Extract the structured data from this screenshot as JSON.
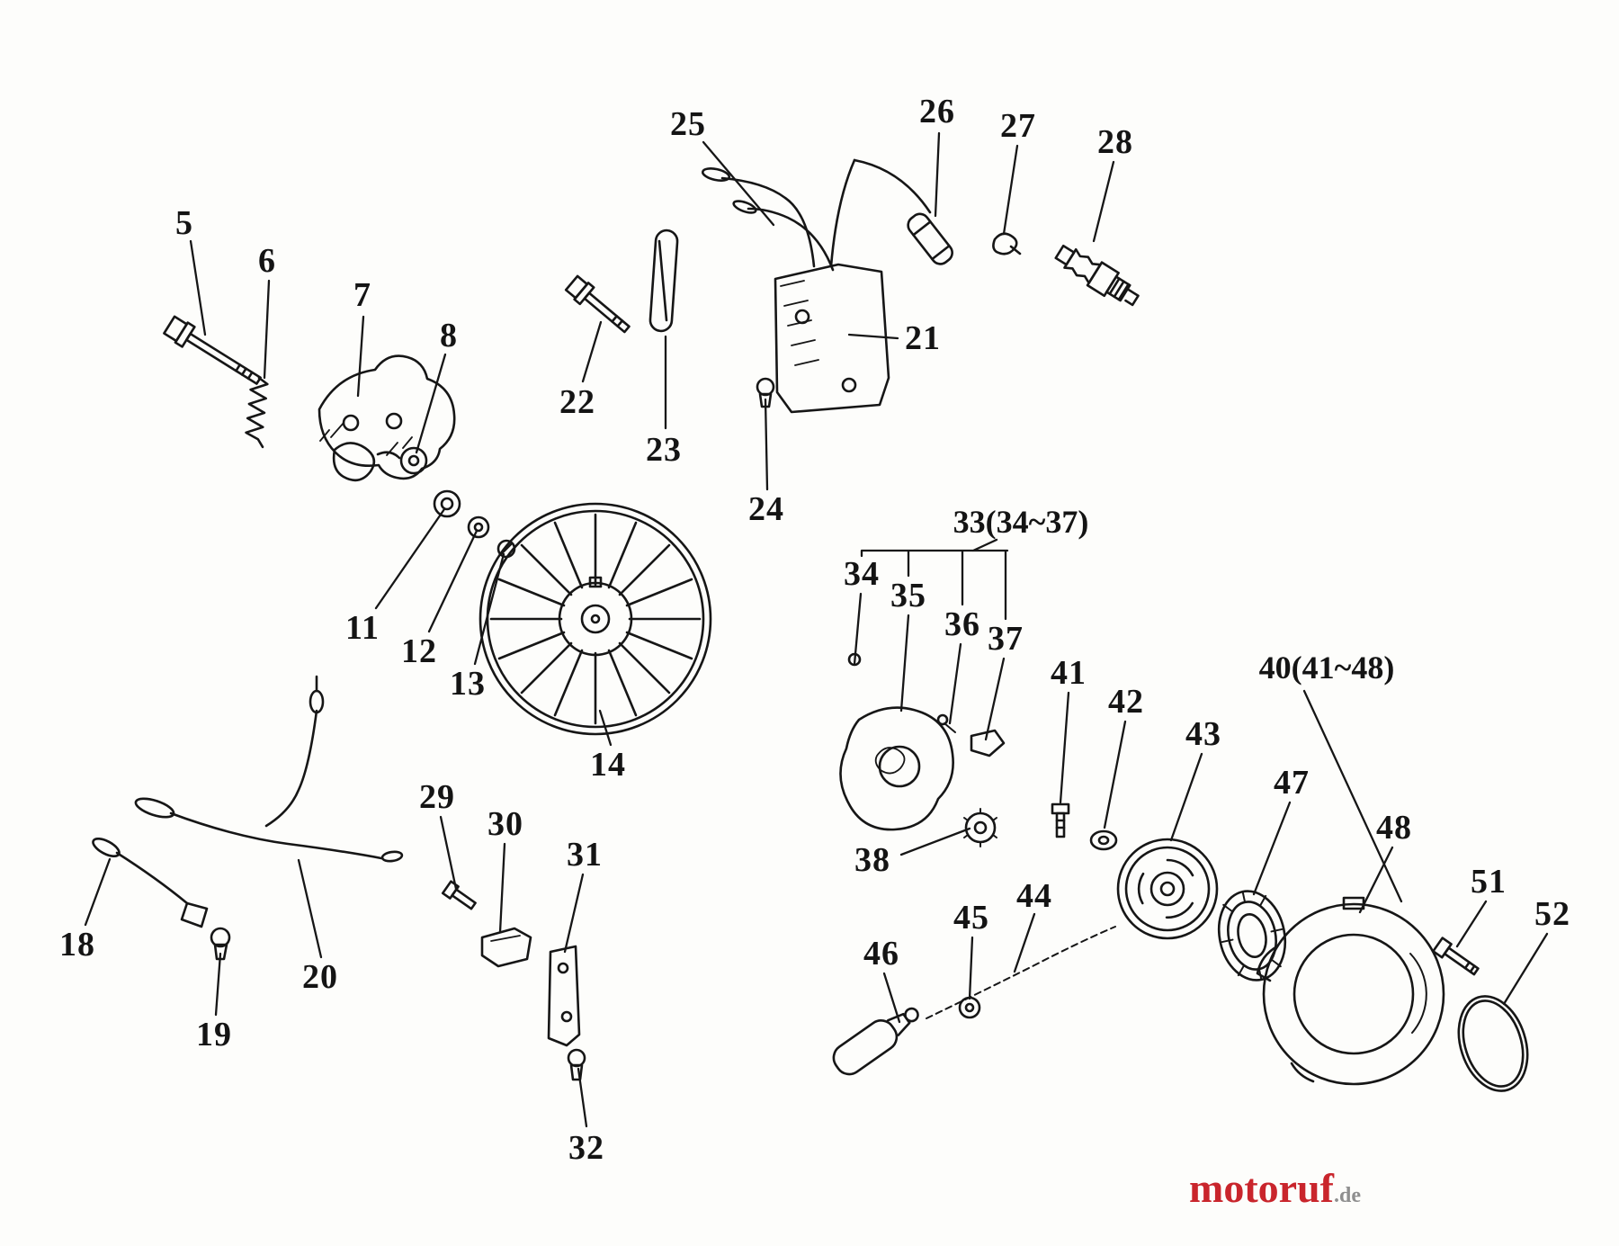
{
  "diagram": {
    "labels": [
      "5",
      "6",
      "7",
      "8",
      "11",
      "12",
      "13",
      "14",
      "18",
      "19",
      "20",
      "21",
      "22",
      "23",
      "24",
      "25",
      "26",
      "27",
      "28",
      "29",
      "30",
      "31",
      "32",
      "33(34~37)",
      "34",
      "35",
      "36",
      "37",
      "38",
      "40(41~48)",
      "41",
      "42",
      "43",
      "44",
      "45",
      "46",
      "47",
      "48",
      "51",
      "52"
    ]
  },
  "watermark": {
    "brand": "motoruf",
    "tld": ".de",
    "brand_color": "#c9252c",
    "tld_color": "#8f8f8f"
  }
}
